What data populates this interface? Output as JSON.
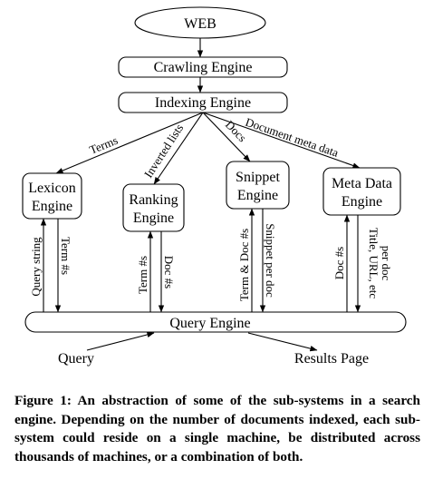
{
  "nodes": {
    "web": "WEB",
    "crawling": "Crawling Engine",
    "indexing": "Indexing Engine",
    "lexicon": [
      "Lexicon",
      "Engine"
    ],
    "ranking": [
      "Ranking",
      "Engine"
    ],
    "snippet": [
      "Snippet",
      "Engine"
    ],
    "metadata": [
      "Meta Data",
      "Engine"
    ],
    "query_engine": "Query Engine"
  },
  "edge_labels": {
    "terms": "Terms",
    "inverted_lists": "Inverted lists",
    "docs": "Docs",
    "document_meta_data": "Document meta data",
    "query_string": "Query string",
    "term_nums": "Term #s",
    "term_nums_ranking": "Term #s",
    "doc_nums_ranking": "Doc #s",
    "term_doc_nums": "Term & Doc #s",
    "snippet_per_doc": "Snippet per doc",
    "doc_nums_meta": "Doc #s",
    "title_url_etc": "Title, URL, etc",
    "per_doc": "per doc"
  },
  "io": {
    "query": "Query",
    "results_page": "Results Page"
  },
  "caption": "Figure 1: An abstraction of some of the sub-systems in a search engine. Depending on the number of documents indexed, each sub-system could reside on a single machine, be distributed across thousands of machines, or a combination of both."
}
